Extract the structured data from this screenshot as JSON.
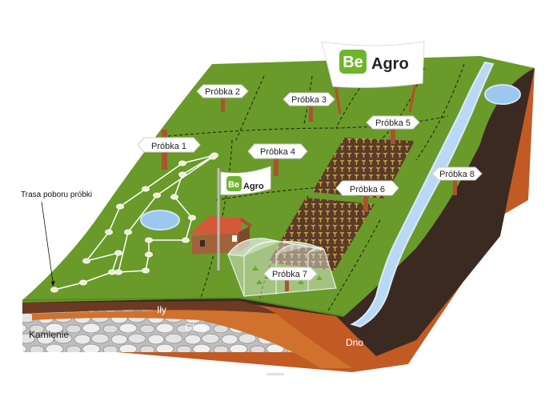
{
  "brand": {
    "be": "Be",
    "agro": "Agro",
    "color": "#6fb52c"
  },
  "samples": [
    {
      "id": "1",
      "label": "Próbka 1"
    },
    {
      "id": "2",
      "label": "Próbka 2"
    },
    {
      "id": "3",
      "label": "Próbka 3"
    },
    {
      "id": "4",
      "label": "Próbka 4"
    },
    {
      "id": "5",
      "label": "Próbka 5"
    },
    {
      "id": "6",
      "label": "Próbka 6"
    },
    {
      "id": "7",
      "label": "Próbka 7"
    },
    {
      "id": "8",
      "label": "Próbka 8"
    }
  ],
  "sampling_route_label": "Trasa poboru próbki",
  "layers": {
    "ily": "Iły",
    "gliny": "Gliny",
    "kamienie": "Kamienie",
    "dno": "Dno"
  },
  "colors": {
    "grass": "#6a9a2a",
    "soil_dark": "#3b2a22",
    "soil_orange": "#c8652a",
    "water": "#b9d8f5"
  }
}
